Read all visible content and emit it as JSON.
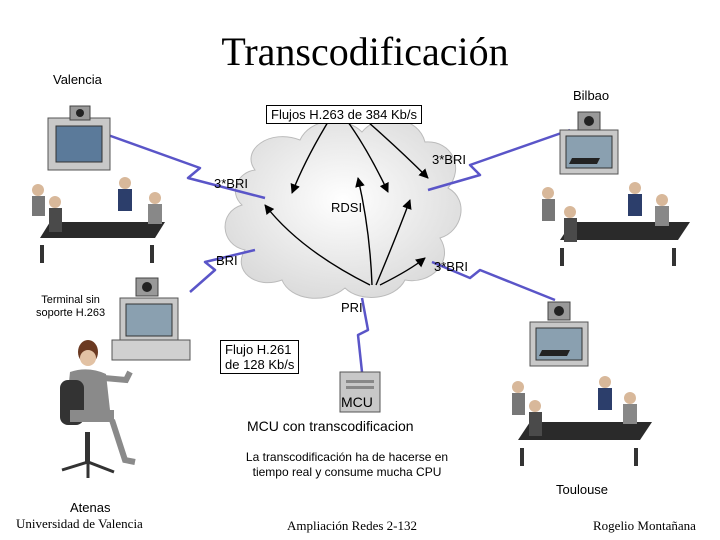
{
  "title": "Transcodificación",
  "sites": {
    "valencia": "Valencia",
    "bilbao": "Bilbao",
    "atenas": "Atenas",
    "toulouse": "Toulouse",
    "terminal": [
      "Terminal sin",
      "soporte H.263"
    ]
  },
  "network": {
    "cloud_label": "RDSI",
    "flujos_label": "Flujos H.263 de 384 Kb/s",
    "bri_bilbao": "3*BRI",
    "bri_valencia": "3*BRI",
    "bri_terminal": "BRI",
    "bri_toulouse": "3*BRI",
    "pri": "PRI",
    "flujo_h261": [
      "Flujo H.261",
      "de 128 Kb/s"
    ]
  },
  "mcu": {
    "label": "MCU",
    "caption": "MCU con transcodificacion"
  },
  "note": [
    "La transcodificación ha de hacerse en",
    "tiempo real y consume mucha CPU"
  ],
  "footer": {
    "left": "Universidad de Valencia",
    "center": "Ampliación Redes 2-132",
    "right": "Rogelio Montañana"
  },
  "colors": {
    "link": "#5a55c8",
    "cloud": "#e8e8e8",
    "table": "#2a2a2a",
    "monitor": "#c8c8c8"
  }
}
